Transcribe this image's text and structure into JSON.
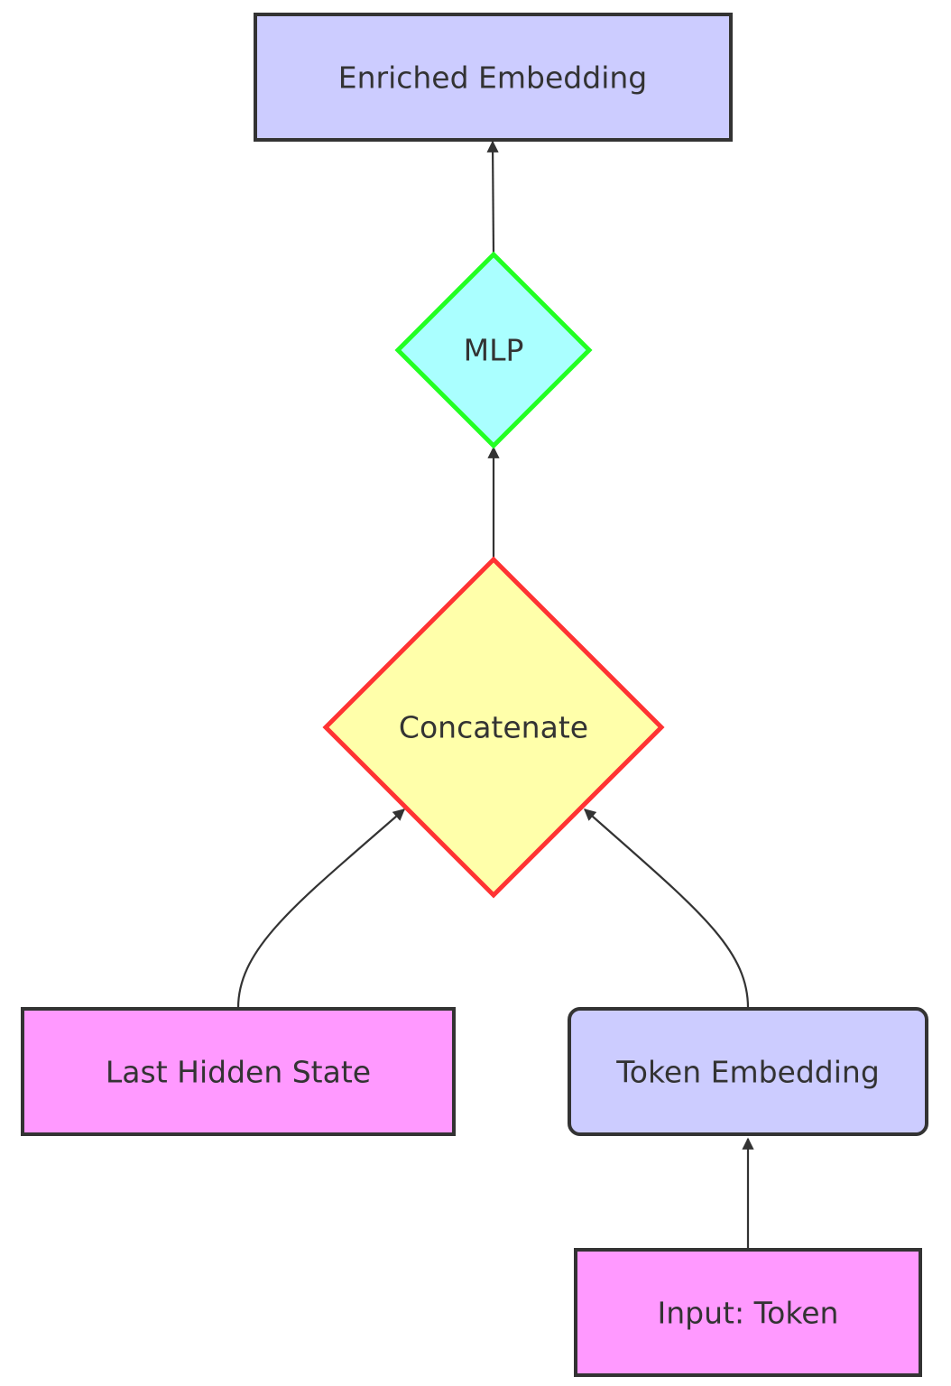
{
  "diagram": {
    "nodes": {
      "enriched": {
        "label": "Enriched Embedding",
        "fill": "#ccccff",
        "stroke": "#333333"
      },
      "mlp": {
        "label": "MLP",
        "fill": "#aaffff",
        "stroke": "#22ff22"
      },
      "concat": {
        "label": "Concatenate",
        "fill": "#ffffaa",
        "stroke": "#ff3333"
      },
      "hidden": {
        "label": "Last Hidden State",
        "fill": "#ff99ff",
        "stroke": "#333333"
      },
      "token_embedding": {
        "label": "Token Embedding",
        "fill": "#ccccff",
        "stroke": "#333333"
      },
      "input": {
        "label": "Input: Token",
        "fill": "#ff99ff",
        "stroke": "#333333"
      }
    },
    "edges": [
      {
        "from": "Input: Token",
        "to": "Token Embedding"
      },
      {
        "from": "Token Embedding",
        "to": "Concatenate"
      },
      {
        "from": "Last Hidden State",
        "to": "Concatenate"
      },
      {
        "from": "Concatenate",
        "to": "MLP"
      },
      {
        "from": "MLP",
        "to": "Enriched Embedding"
      }
    ]
  }
}
